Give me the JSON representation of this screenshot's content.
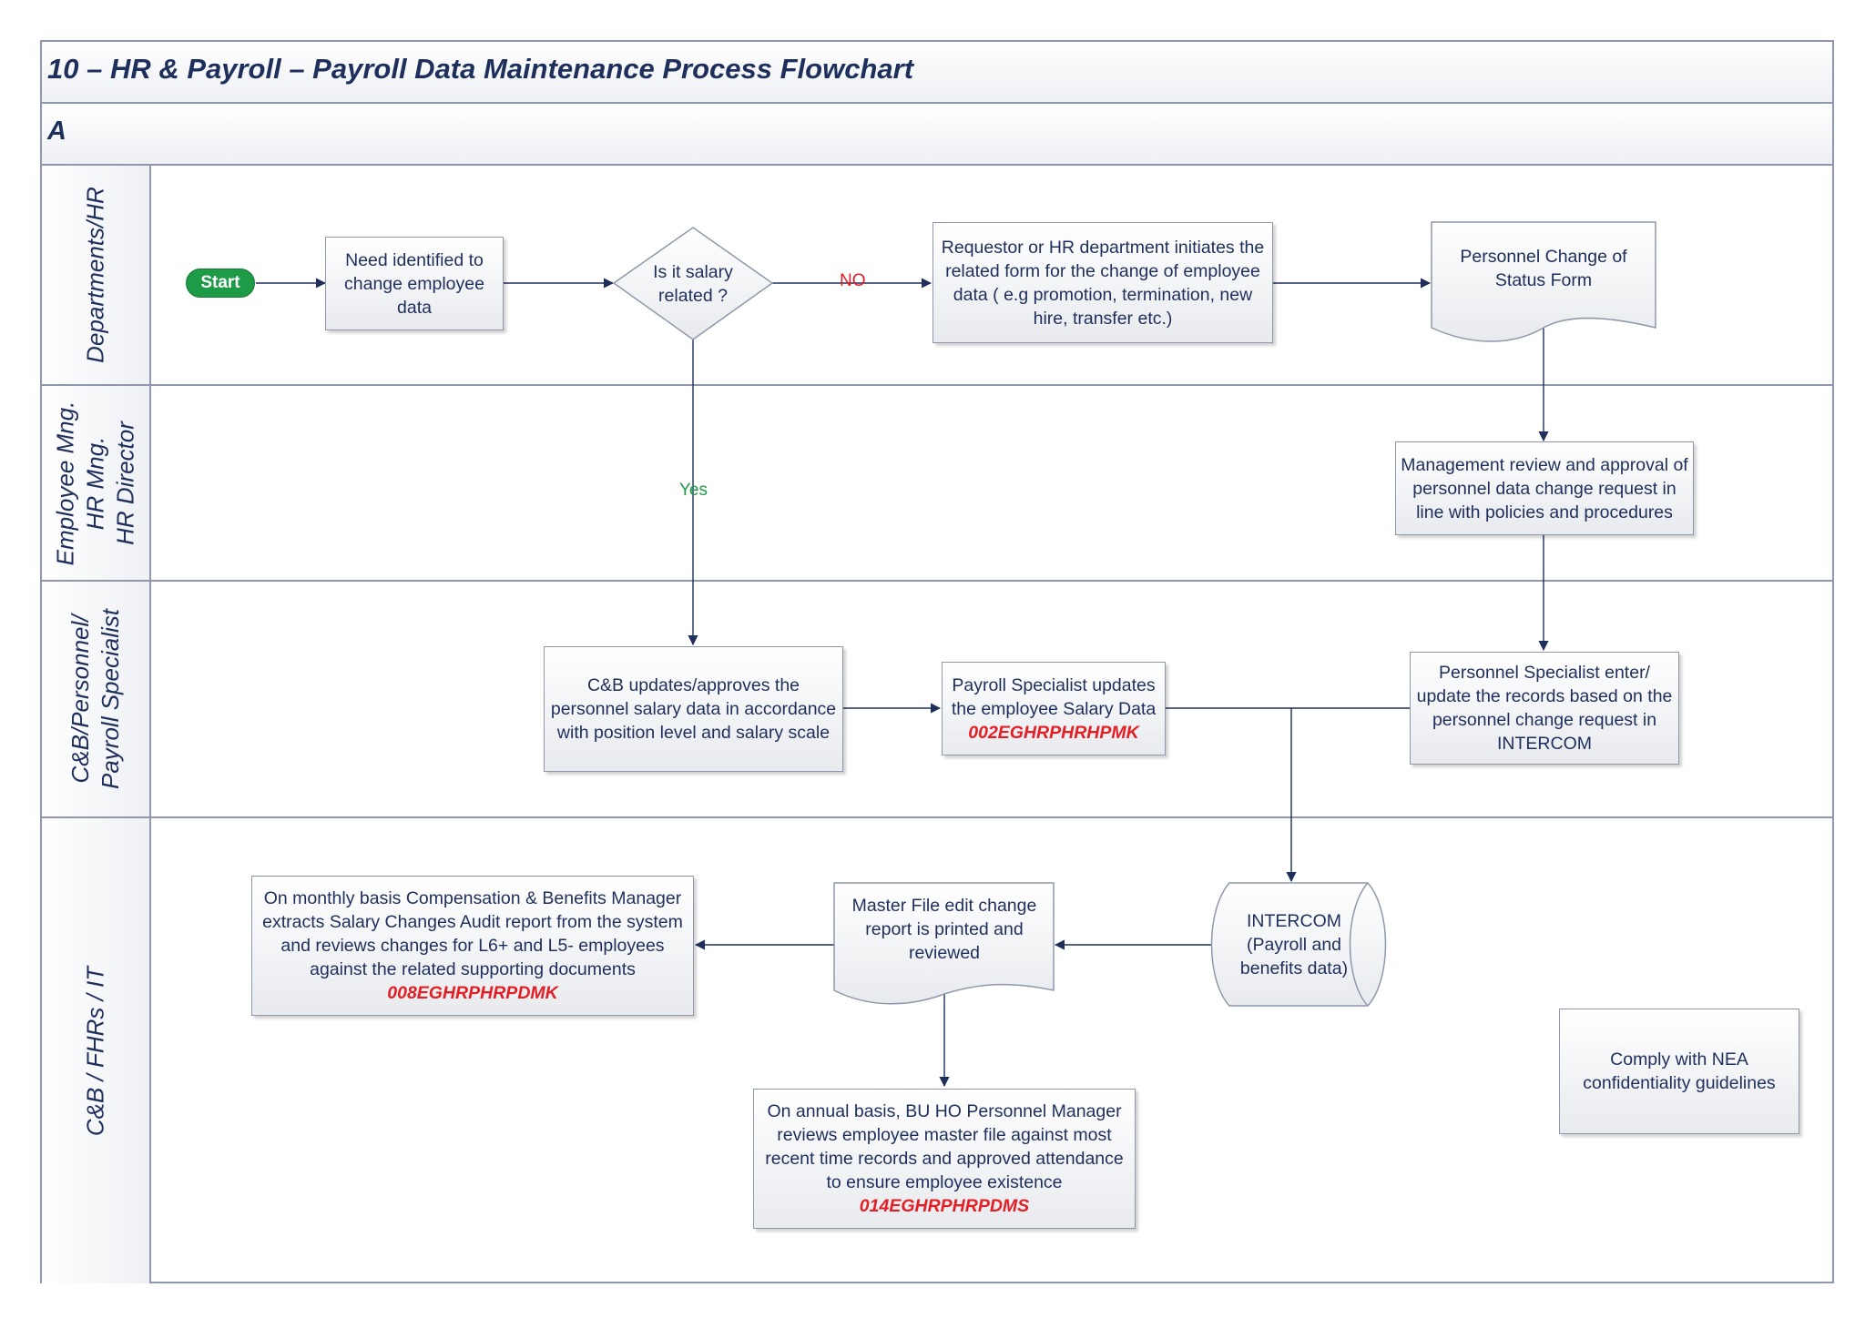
{
  "header": {
    "title": "10 – HR & Payroll – Payroll Data Maintenance Process Flowchart",
    "section": "A"
  },
  "lanes": [
    {
      "label": "Departments/HR"
    },
    {
      "label": "Employee Mng.\nHR Mng.\nHR Director"
    },
    {
      "label": "C&B/Personnel/\nPayroll Specialist"
    },
    {
      "label": "C&B / FHRs / IT"
    }
  ],
  "nodes": {
    "start": "Start",
    "need": "Need identified to change employee data",
    "decision": "Is it salary related ?",
    "initiate": "Requestor or HR department initiates the related form for the change of employee data ( e.g promotion, termination, new hire, transfer etc.)",
    "form": "Personnel Change of Status Form",
    "mgmt_review": "Management review and approval of personnel data change request in line with policies and procedures",
    "cb_updates": "C&B updates/approves the personnel salary data in accordance with position level and salary scale",
    "payroll_update": "Payroll Specialist updates the employee Salary Data",
    "payroll_update_code": "002EGHRPHRHPMK",
    "personnel_enter": "Personnel Specialist enter/ update the records based on the personnel change request in INTERCOM",
    "intercom": "INTERCOM (Payroll and benefits data)",
    "master_file": "Master File edit change report is printed and reviewed",
    "monthly": "On monthly basis Compensation & Benefits Manager extracts Salary Changes Audit report from the system and reviews changes for L6+ and L5- employees against the related supporting documents",
    "monthly_code": "008EGHRPHRPDMK",
    "annual": "On annual basis, BU HO Personnel Manager reviews employee master file against most recent time records and approved attendance to ensure employee existence",
    "annual_code": "014EGHRPHRPDMS",
    "comply": "Comply with NEA confidentiality guidelines"
  },
  "edge_labels": {
    "no": "NO",
    "yes": "Yes"
  },
  "colors": {
    "border": "#8f98aa",
    "text": "#1f2f5c",
    "control_code": "#e31e24",
    "start_fill": "#1e9b47",
    "connector": "#1f2f5c"
  }
}
